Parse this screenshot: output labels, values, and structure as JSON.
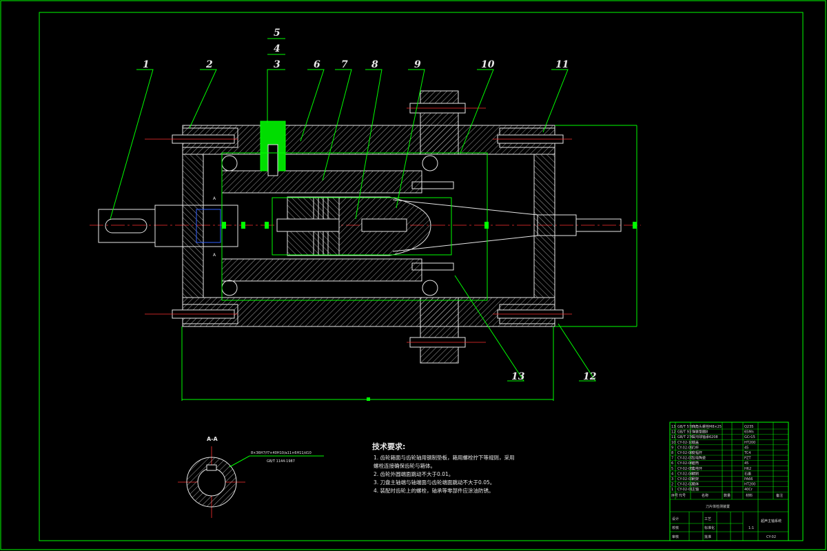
{
  "drawing": {
    "part_numbers": [
      "1",
      "2",
      "3",
      "4",
      "5",
      "6",
      "7",
      "8",
      "9",
      "10",
      "11",
      "12",
      "13"
    ],
    "section_label": "A-A",
    "section_marks": [
      "A",
      "A"
    ],
    "spline_note_1": "8×36H7/f7×40H10/a11×6H11/d10",
    "spline_note_2": "GB/T 1144-1987",
    "tech_requirements": {
      "title": "技术要求:",
      "lines": [
        "1. 齿轮箱面与齿轮轴用钢制垫板，箱用螺栓拧下等规则，采用",
        "    螺栓连接确保齿轮与箱体。",
        "2. 齿轮外圆端面跳动不大于0.01。",
        "3. 刀盘主轴端与轴端面与齿轮端面跳动不大于0.05。",
        "4. 装配时齿轮上的螺栓，轴承等零部件应涂油防锈。"
      ]
    }
  },
  "title_block": {
    "drawing_name": "刀片体检测装置",
    "assembly_name": "超声主轴系统",
    "drawing_no": "CY-02",
    "scale": "1:1",
    "parts_list_rows": [
      {
        "code": "GB/T 5783",
        "name": "六角头螺栓M8×25",
        "material": "Q235"
      },
      {
        "code": "GB/T 93",
        "name": "弹簧垫圈8",
        "material": "65Mn"
      },
      {
        "code": "GB/T 276",
        "name": "深沟球轴承6208",
        "material": "GCr15"
      },
      {
        "code": "CY-02-10",
        "name": "端盖",
        "material": "HT200"
      },
      {
        "code": "CY-02-09",
        "name": "刀杆",
        "material": "45"
      },
      {
        "code": "CY-02-08",
        "name": "变幅杆",
        "material": "TC4"
      },
      {
        "code": "CY-02-07",
        "name": "压电陶瓷",
        "material": "PZT"
      },
      {
        "code": "CY-02-06",
        "name": "套筒",
        "material": "45"
      },
      {
        "code": "CY-02-05",
        "name": "集电环",
        "material": "H62"
      },
      {
        "code": "CY-02-04",
        "name": "碳刷",
        "material": "石墨"
      },
      {
        "code": "CY-02-03",
        "name": "刷架",
        "material": "PA66"
      },
      {
        "code": "CY-02-02",
        "name": "箱体",
        "material": "HT200"
      },
      {
        "code": "CY-02-01",
        "name": "主轴",
        "material": "40Cr"
      }
    ],
    "header_cells": [
      "序号",
      "代号",
      "名称",
      "数量",
      "材料",
      "备注"
    ],
    "sign_cells": [
      "设计",
      "校核",
      "审核",
      "工艺",
      "标准化",
      "批准"
    ]
  }
}
